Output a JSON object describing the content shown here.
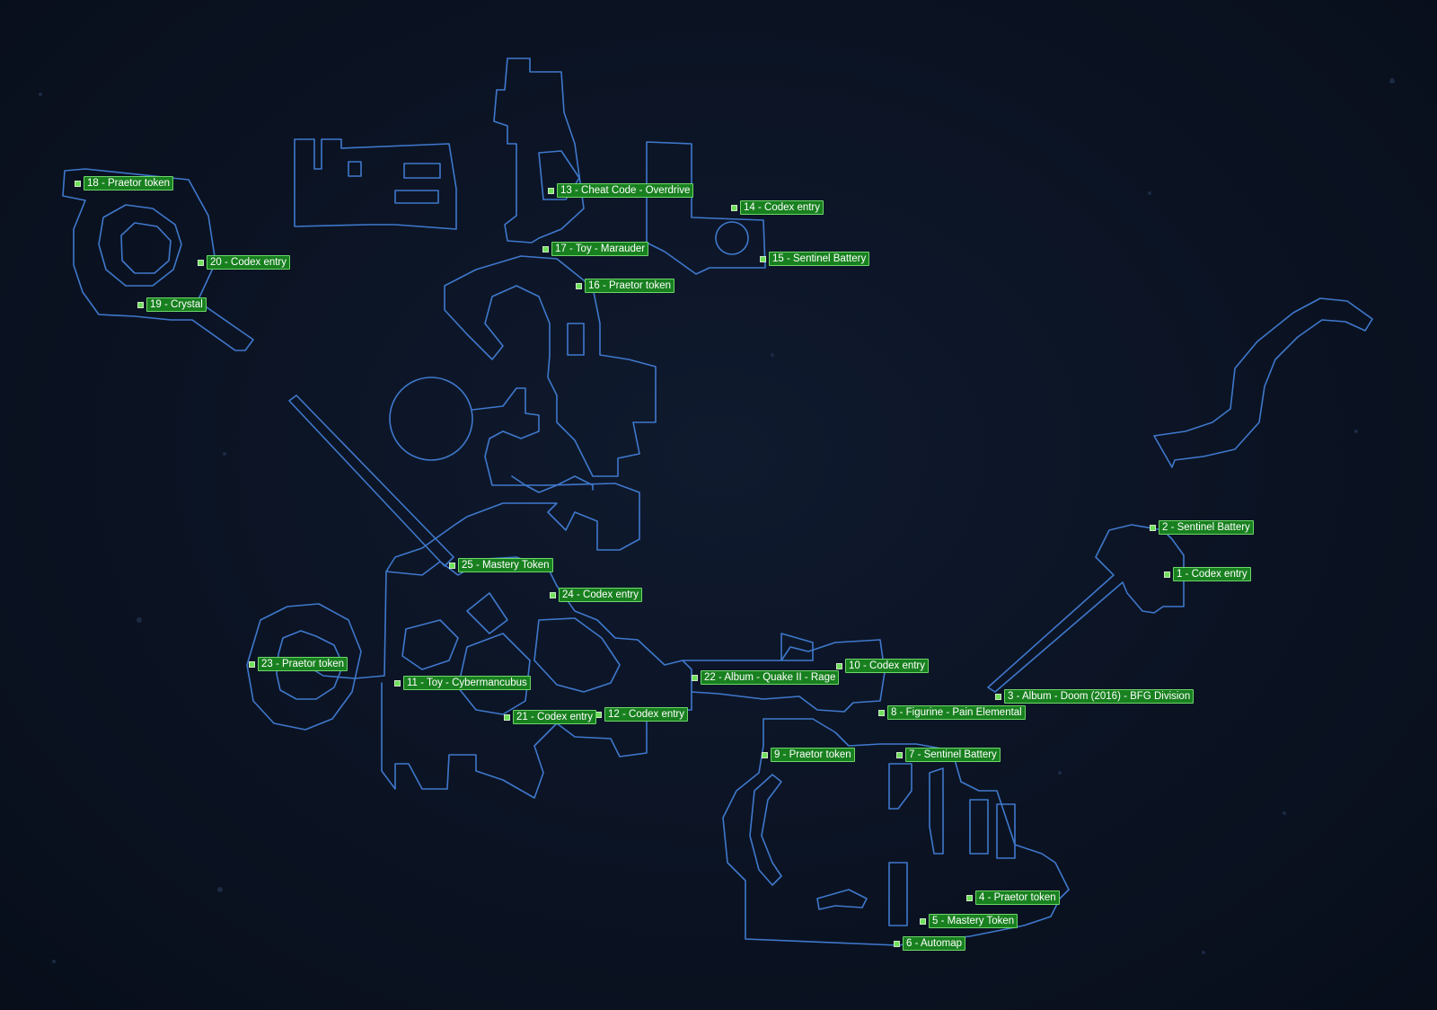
{
  "map": {
    "background": "#0b1222",
    "wall_color": "#3f78cc",
    "marker_color": "#18801f",
    "markers": [
      {
        "label": "1 - Codex entry"
      },
      {
        "label": "2 - Sentinel Battery"
      },
      {
        "label": "3 - Album - Doom (2016) - BFG Division"
      },
      {
        "label": "4 - Praetor token"
      },
      {
        "label": "5 - Mastery Token"
      },
      {
        "label": "6 - Automap"
      },
      {
        "label": "7 - Sentinel Battery"
      },
      {
        "label": "8 - Figurine - Pain Elemental"
      },
      {
        "label": "9 - Praetor token"
      },
      {
        "label": "10 - Codex entry"
      },
      {
        "label": "11 - Toy - Cybermancubus"
      },
      {
        "label": "12 - Codex entry"
      },
      {
        "label": "13 - Cheat Code - Overdrive"
      },
      {
        "label": "14 - Codex entry"
      },
      {
        "label": "15 - Sentinel Battery"
      },
      {
        "label": "16 - Praetor token"
      },
      {
        "label": "17 - Toy - Marauder"
      },
      {
        "label": "18 - Praetor token"
      },
      {
        "label": "19 - Crystal"
      },
      {
        "label": "20 - Codex entry"
      },
      {
        "label": "21 - Codex entry"
      },
      {
        "label": "22 - Album - Quake II - Rage"
      },
      {
        "label": "23 - Praetor token"
      },
      {
        "label": "24 - Codex entry"
      },
      {
        "label": "25 - Mastery Token"
      }
    ]
  }
}
